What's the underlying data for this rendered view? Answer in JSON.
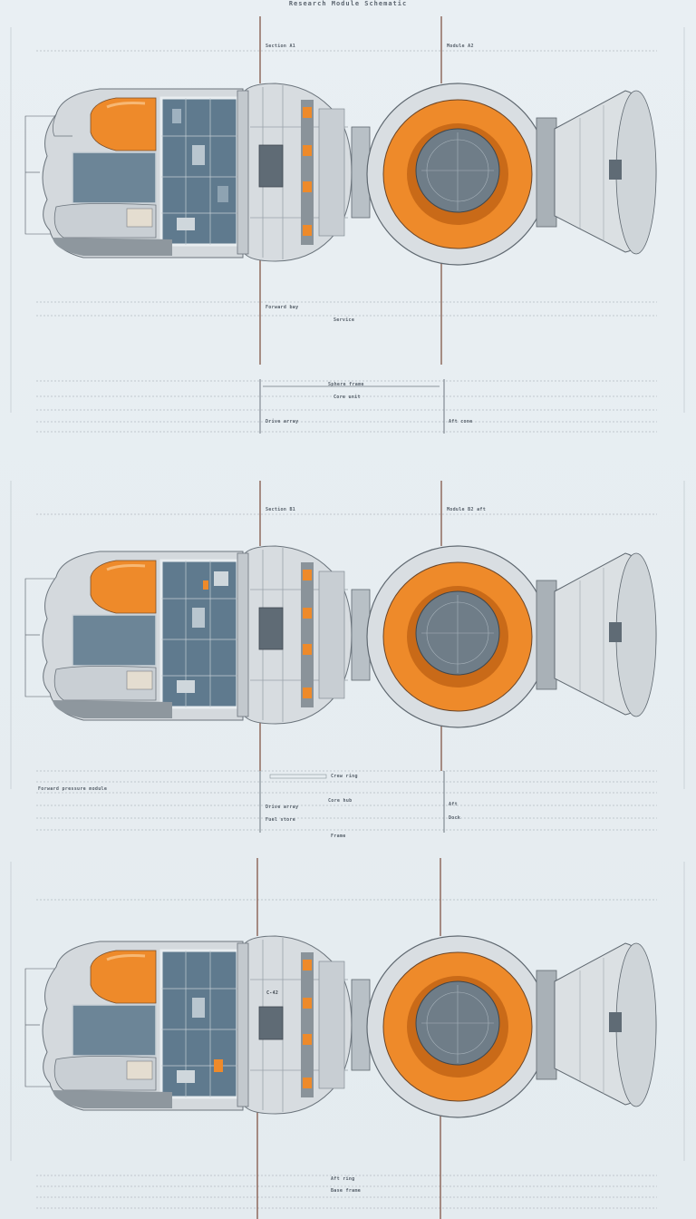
{
  "document": {
    "title": "Research Module Schematic"
  },
  "colors": {
    "background": "#e7edf1",
    "hull": "#d4d9dd",
    "hull_shadow": "#9aa3aa",
    "accent_orange": "#ee8a2a",
    "interior_blue": "#5f7a8e",
    "guide_line": "#7a4a3a",
    "dimension_line": "#9aa2aa"
  },
  "panels": [
    {
      "id": "view-a",
      "callouts": {
        "top_left": "Section A1",
        "top_right": "Module A2",
        "mid_left": "Forward bay",
        "mid_center": "Service",
        "bottom_bar": "Sphere frame",
        "bottom_center": "Core unit",
        "bottom_left": "Drive array",
        "bottom_right": "Aft cone"
      }
    },
    {
      "id": "view-b",
      "callouts": {
        "top_left": "Section B1",
        "top_right": "Module B2 aft",
        "left_row": "Forward pressure module",
        "bar_label": "Crew ring",
        "mid_center": "Core hub",
        "mid_left": "Drive array",
        "mid_right": "Aft",
        "lower_left": "Fuel store",
        "lower_right": "Dock",
        "bottom_center": "Frame"
      }
    },
    {
      "id": "view-c",
      "callouts": {
        "hull_mark": "C-42",
        "bottom_center": "Aft ring",
        "bottom_label": "Base frame"
      }
    }
  ]
}
